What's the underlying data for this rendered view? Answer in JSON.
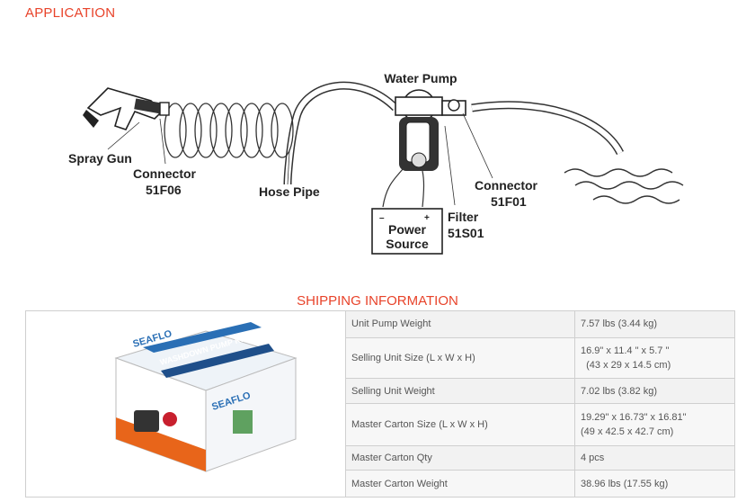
{
  "application": {
    "heading": "APPLICATION",
    "labels": {
      "water_pump": "Water Pump",
      "spray_gun": "Spray Gun",
      "connector_left_1": "Connector",
      "connector_left_2": "51F06",
      "hose_pipe": "Hose Pipe",
      "power_source_1": "Power",
      "power_source_2": "Source",
      "minus": "–",
      "plus": "+",
      "filter_1": "Filter",
      "filter_2": "51S01",
      "connector_right_1": "Connector",
      "connector_right_2": "51F01"
    }
  },
  "shipping": {
    "heading": "SHIPPING INFORMATION",
    "box_image": {
      "brand": "SEAFLO",
      "product": "WASHDOWN PUMP KIT"
    },
    "rows": [
      {
        "label": "Unit Pump Weight",
        "value_lines": [
          "7.57 lbs  (3.44 kg)"
        ]
      },
      {
        "label": "Selling Unit Size (L x W x H)",
        "value_lines": [
          "16.9\" x 11.4 \" x  5.7 \"",
          "  (43 x 29 x 14.5 cm)"
        ]
      },
      {
        "label": "Selling Unit Weight",
        "value_lines": [
          "7.02 lbs  (3.82 kg)"
        ]
      },
      {
        "label": "Master Carton Size (L x W x H)",
        "value_lines": [
          "19.29\" x  16.73\" x  16.81\"",
          "(49 x 42.5 x 42.7 cm)"
        ]
      },
      {
        "label": "Master Carton Qty",
        "value_lines": [
          "4 pcs"
        ]
      },
      {
        "label": "Master Carton Weight",
        "value_lines": [
          "38.96 lbs (17.55 kg)"
        ]
      }
    ]
  }
}
